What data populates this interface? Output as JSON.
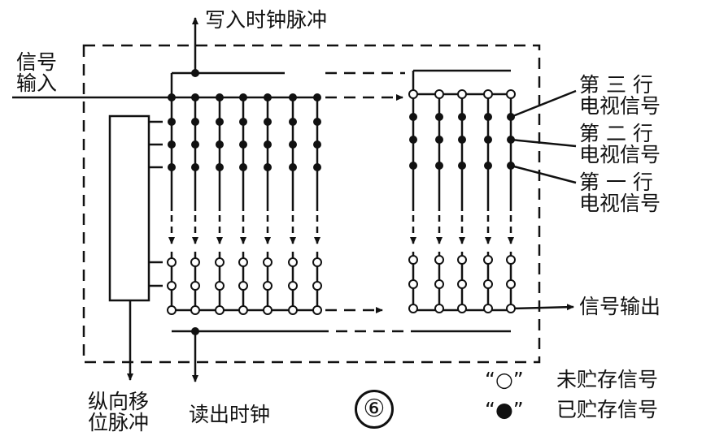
{
  "labels": {
    "write_clock": "写入时钟脉冲",
    "signal_input_1": "信号",
    "signal_input_2": "输入",
    "line3_1": "第 三 行",
    "line3_2": "电视信号",
    "line2_1": "第 二 行",
    "line2_2": "电视信号",
    "line1_1": "第 一 行",
    "line1_2": "电视信号",
    "signal_output": "信号输出",
    "vshift_1": "纵向移",
    "vshift_2": "位脉冲",
    "read_clock": "读出时钟",
    "figure_number": "⑥"
  },
  "legend": {
    "empty_marker": "“○”",
    "empty_text": "未贮存信号",
    "filled_marker": "“●”",
    "filled_text": "已贮存信号"
  }
}
